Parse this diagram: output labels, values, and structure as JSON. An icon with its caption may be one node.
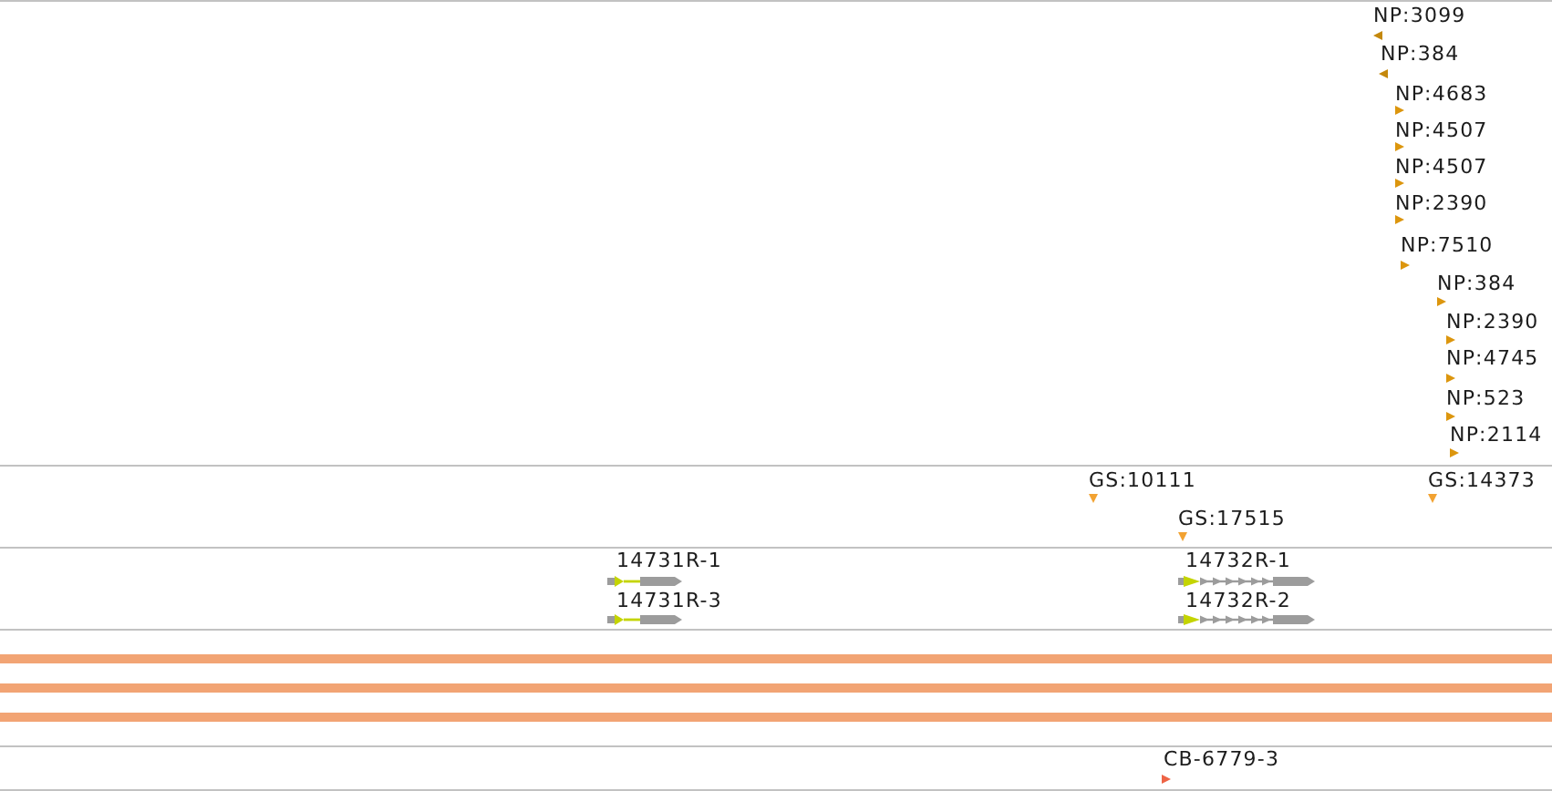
{
  "diagram": {
    "labels": [
      "NP:3099",
      "NP:384",
      "NP:4683",
      "NP:4507",
      "NP:4507",
      "NP:2390",
      "NP:7510",
      "NP:384",
      "NP:2390",
      "NP:4745",
      "NP:523",
      "NP:2114",
      "GS:10111",
      "GS:14373",
      "GS:17515",
      "14731R-1",
      "14732R-1",
      "14731R-3",
      "14732R-2",
      "CB-6779-3"
    ]
  }
}
